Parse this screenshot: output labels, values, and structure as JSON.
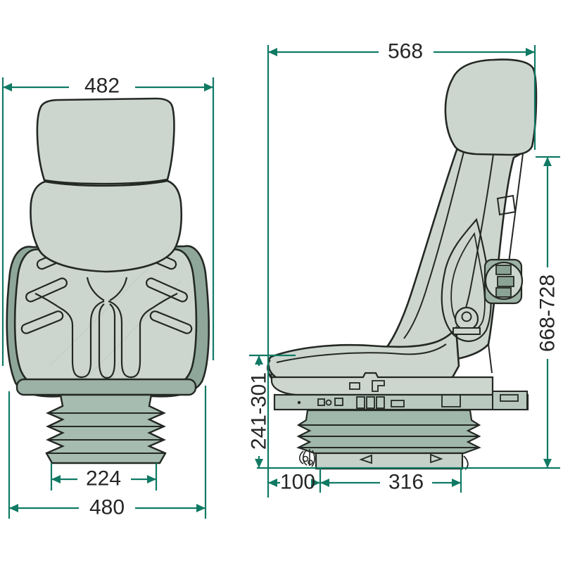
{
  "dims": {
    "front_width": "482",
    "bellows_width": "224",
    "base_width": "480",
    "depth": "568",
    "height_total": "668-728",
    "height_seat": "241-301",
    "front_offset": "100",
    "base_length": "316"
  },
  "colors": {
    "dimension_line": "#107a64",
    "outline": "#242824",
    "upholstery_light": "#ccd6cf",
    "upholstery_shadow": "#8ea79a",
    "bellows": "#a6bcb0",
    "label_text": "#262626"
  }
}
